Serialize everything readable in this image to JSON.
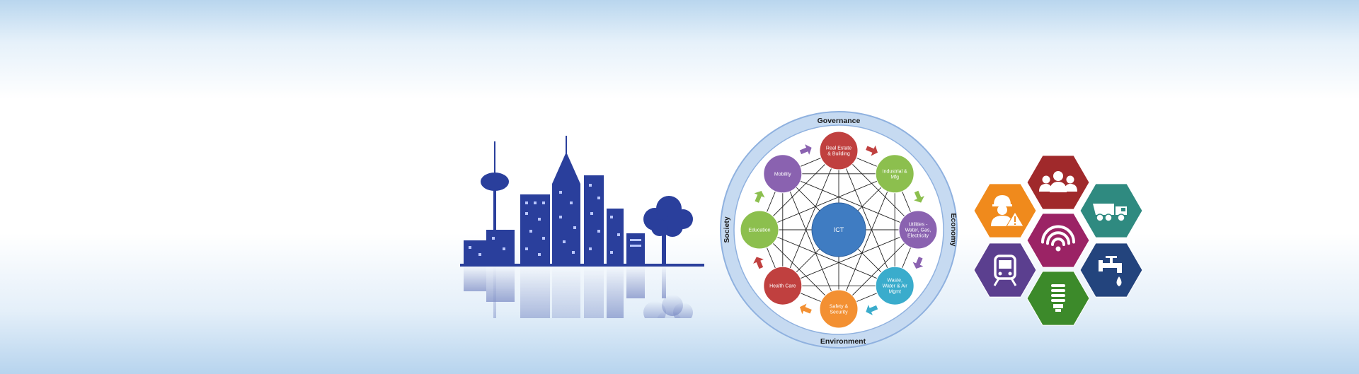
{
  "diagram": {
    "ring": {
      "top": "Governance",
      "right": "Economy",
      "bottom": "Environment",
      "left": "Society"
    },
    "center": "ICT",
    "nodes": [
      {
        "lines": [
          "Real Estate",
          "& Building"
        ],
        "color": "#c0403f"
      },
      {
        "lines": [
          "Industrial &",
          "Mfg"
        ],
        "color": "#8cbf4e"
      },
      {
        "lines": [
          "Utilities -",
          "Water, Gas,",
          "Electricity"
        ],
        "color": "#8a62b0"
      },
      {
        "lines": [
          "Waste,",
          "Water & Air",
          "Mgmt"
        ],
        "color": "#3aaccc"
      },
      {
        "lines": [
          "Safety &",
          "Security"
        ],
        "color": "#f39032"
      },
      {
        "lines": [
          "Health Care"
        ],
        "color": "#c0403f"
      },
      {
        "lines": [
          "Education"
        ],
        "color": "#8cbf4e"
      },
      {
        "lines": [
          "Mobility"
        ],
        "color": "#8a62b0"
      }
    ],
    "arrow_colors": [
      "#c0403f",
      "#8cbf4e",
      "#8a62b0",
      "#3aaccc",
      "#f39032",
      "#c0403f",
      "#8cbf4e",
      "#8a62b0"
    ]
  },
  "colors": {
    "city_blue": "#2a3f9c",
    "ring_fill": "#c6daf1",
    "ring_border": "#8fb1df",
    "ict": "#3f7cc2"
  },
  "hexagons": [
    {
      "icon": "people-icon",
      "color": "#a0292b"
    },
    {
      "icon": "worker-warning-icon",
      "color": "#f08a1c"
    },
    {
      "icon": "dump-truck-icon",
      "color": "#2f8a80"
    },
    {
      "icon": "wifi-icon",
      "color": "#9b2365"
    },
    {
      "icon": "train-icon",
      "color": "#5b3f8f"
    },
    {
      "icon": "water-tap-icon",
      "color": "#23447d"
    },
    {
      "icon": "light-bulb-icon",
      "color": "#3c8a2a"
    }
  ]
}
